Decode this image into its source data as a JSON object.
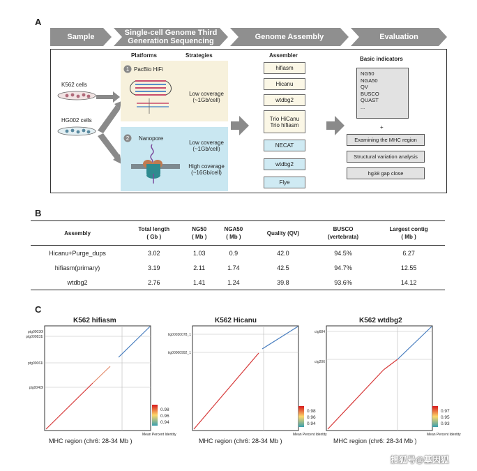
{
  "panel_a": {
    "letter": "A",
    "steps": [
      "Sample",
      "Single-cell Genome Third Generation Sequencing",
      "Genome Assembly",
      "Evaluation"
    ],
    "headers": {
      "platforms": "Platforms",
      "strategies": "Strategies",
      "assembler": "Assembler",
      "basic_indicators": "Basic indicators"
    },
    "cells": [
      "K562 cells",
      "HG002 cells"
    ],
    "platform1": {
      "num": "1",
      "name": "PacBio HiFi",
      "strategy_line1": "Low coverage",
      "strategy_line2": "(~1Gb/cell)"
    },
    "platform2": {
      "num": "2",
      "name": "Nanopore",
      "low_line1": "Low coverage",
      "low_line2": "(~1Gb/cell)",
      "high_line1": "High coverage",
      "high_line2": "(~16Gb/cell)"
    },
    "assemblers": [
      "hifiasm",
      "Hicanu",
      "wtdbg2"
    ],
    "trio": [
      "Trio HiCanu",
      "Trio hifiasm"
    ],
    "assemblers_ont": [
      "NECAT",
      "wtdbg2",
      "Flye"
    ],
    "indicators": [
      "NG50",
      "NGA50",
      "QV",
      "BUSCO",
      "QUAST",
      "..."
    ],
    "plus": "+",
    "extra_evals": [
      "Examining the MHC region",
      "Structural variation analysis",
      "hg38 gap close"
    ],
    "colors": {
      "chevron": "#8f8f8f",
      "hifi_bg": "#f7f1dc",
      "nanopore_bg": "#c9e7f1",
      "arrow": "#8a8a8a"
    }
  },
  "panel_b": {
    "letter": "B",
    "headers": [
      {
        "line1": "Assembly",
        "line2": ""
      },
      {
        "line1": "Total length",
        "line2": "( Gb )"
      },
      {
        "line1": "NG50",
        "line2": "( Mb )"
      },
      {
        "line1": "NGA50",
        "line2": "( Mb )"
      },
      {
        "line1": "Quality (QV)",
        "line2": ""
      },
      {
        "line1": "BUSCO",
        "line2": "(vertebrata)"
      },
      {
        "line1": "Largest contig",
        "line2": "( Mb )"
      }
    ],
    "rows": [
      [
        "Hicanu+Purge_dups",
        "3.02",
        "1.03",
        "0.9",
        "42.0",
        "94.5%",
        "6.27"
      ],
      [
        "hifiasm(primary)",
        "3.19",
        "2.11",
        "1.74",
        "42.5",
        "94.7%",
        "12.55"
      ],
      [
        "wtdbg2",
        "2.76",
        "1.41",
        "1.24",
        "39.8",
        "93.6%",
        "14.12"
      ]
    ]
  },
  "panel_c": {
    "letter": "C",
    "plots": [
      {
        "title": "K562  hifiasm",
        "xlabel": "MHC region (chr6: 28-34 Mb )",
        "ylabels": [
          "ptg00030l",
          "ptg000831l",
          "ptg00061l",
          "ptg004l3l"
        ],
        "legend": [
          "0.98",
          "0.96",
          "0.94"
        ],
        "legend_title": "Mean Percent Identity"
      },
      {
        "title": "K562  Hicanu",
        "xlabel": "MHC region (chr6: 28-34 Mb )",
        "ylabels": [
          "tig00030078_1",
          "tig00000992_1"
        ],
        "legend": [
          "0.98",
          "0.96",
          "0.94"
        ],
        "legend_title": "Mean Percent Identity"
      },
      {
        "title": "K562  wtdbg2",
        "xlabel": "MHC region (chr6: 28-34 Mb )",
        "ylabels": [
          "ctg684",
          "ctg206"
        ],
        "legend": [
          "0.97",
          "0.95",
          "0.93"
        ],
        "legend_title": "Mean Percent Identity"
      }
    ]
  },
  "watermark": "搜狐号@基因狐"
}
